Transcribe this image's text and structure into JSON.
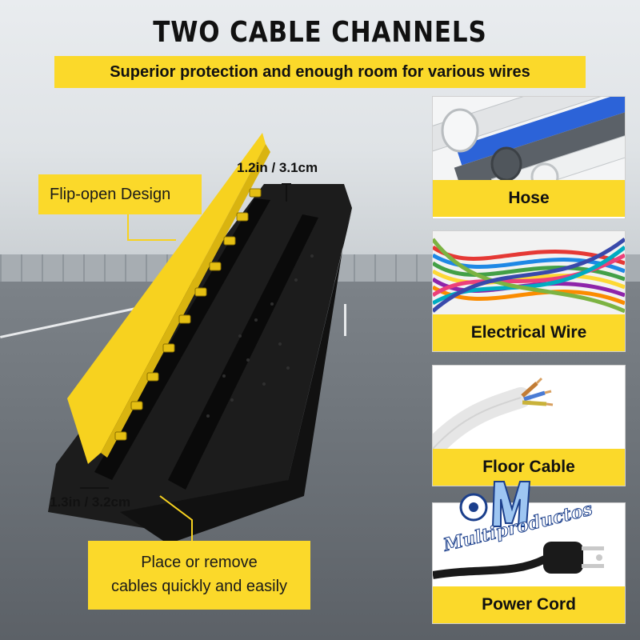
{
  "header": {
    "title": "TWO CABLE CHANNELS",
    "subtitle": "Superior protection and enough room for various wires"
  },
  "labels": {
    "flip_open": "Flip-open Design",
    "place_remove_line1": "Place or remove",
    "place_remove_line2": "cables quickly and easily",
    "dimension_top": "1.2in / 3.1cm",
    "dimension_bottom": "1.3in / 3.2cm"
  },
  "cards": [
    {
      "label": "Hose",
      "icon": "pipes-icon"
    },
    {
      "label": "Electrical Wire",
      "icon": "wires-icon"
    },
    {
      "label": "Floor Cable",
      "icon": "cable-icon"
    },
    {
      "label": "Power Cord",
      "icon": "plug-icon"
    }
  ],
  "watermark": {
    "text": "Multiproductos"
  },
  "colors": {
    "accent_yellow": "#fbd92a",
    "ramp_black": "#1c1c1c",
    "asphalt": "#6f757b"
  }
}
